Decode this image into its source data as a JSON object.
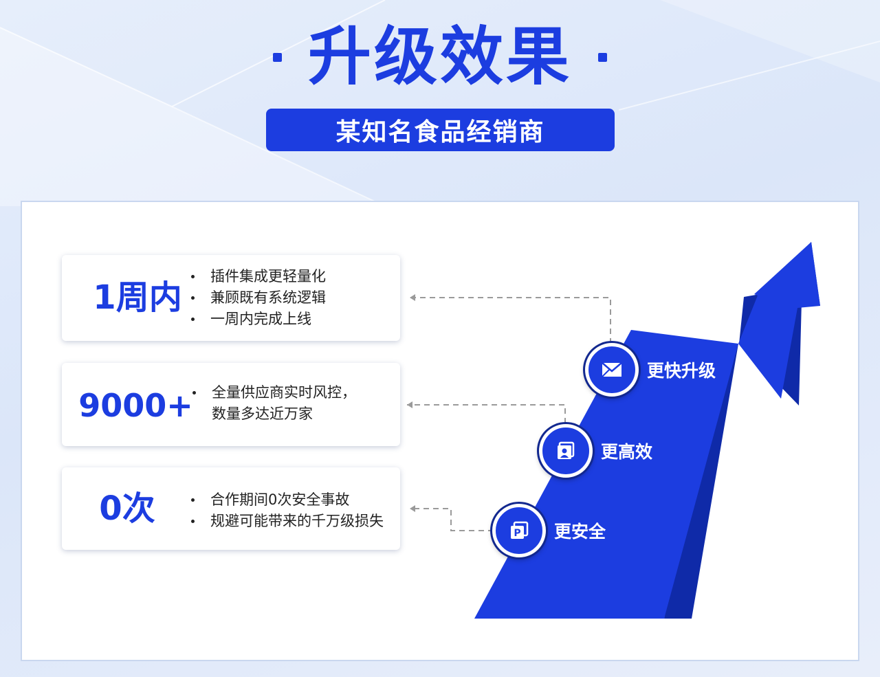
{
  "header": {
    "title": "升级效果",
    "subtitle": "某知名食品经销商"
  },
  "cards": [
    {
      "stat": "1周内",
      "bullets": [
        "插件集成更轻量化",
        "兼顾既有系统逻辑",
        "一周内完成上线"
      ]
    },
    {
      "stat": "9000+",
      "bullets": [
        "全量供应商实时风控，"
      ],
      "continuation": "数量多达近万家"
    },
    {
      "stat": "0次",
      "bullets": [
        "合作期间0次安全事故",
        "规避可能带来的千万级损失"
      ]
    }
  ],
  "steps": [
    {
      "label": "更快升级",
      "icon": "envelope-icon"
    },
    {
      "label": "更高效",
      "icon": "id-card-icon"
    },
    {
      "label": "更安全",
      "icon": "parking-sign-icon"
    }
  ],
  "colors": {
    "accent": "#1c3de0",
    "arrow_dark": "#0f2aa8",
    "background": "#e2eaf8"
  }
}
